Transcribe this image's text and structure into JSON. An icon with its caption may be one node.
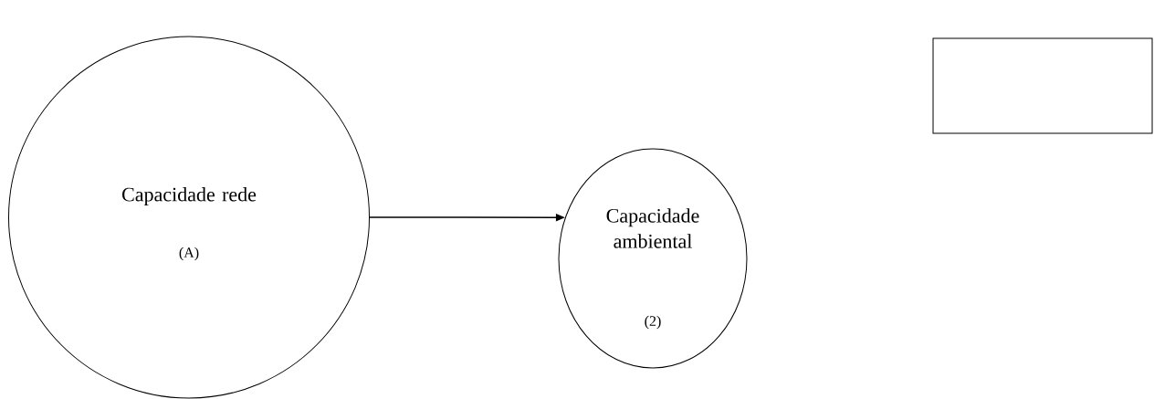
{
  "diagram": {
    "nodes": [
      {
        "text": [
          "Capacidade rede",
          "(A)"
        ]
      },
      {
        "text": [
          "Capacidade ambiental",
          "(2)"
        ]
      },
      {
        "text": [],
        "shape": "box"
      }
    ],
    "edges": [
      {
        "from": 0,
        "to": 1,
        "arrow": "to"
      }
    ]
  }
}
